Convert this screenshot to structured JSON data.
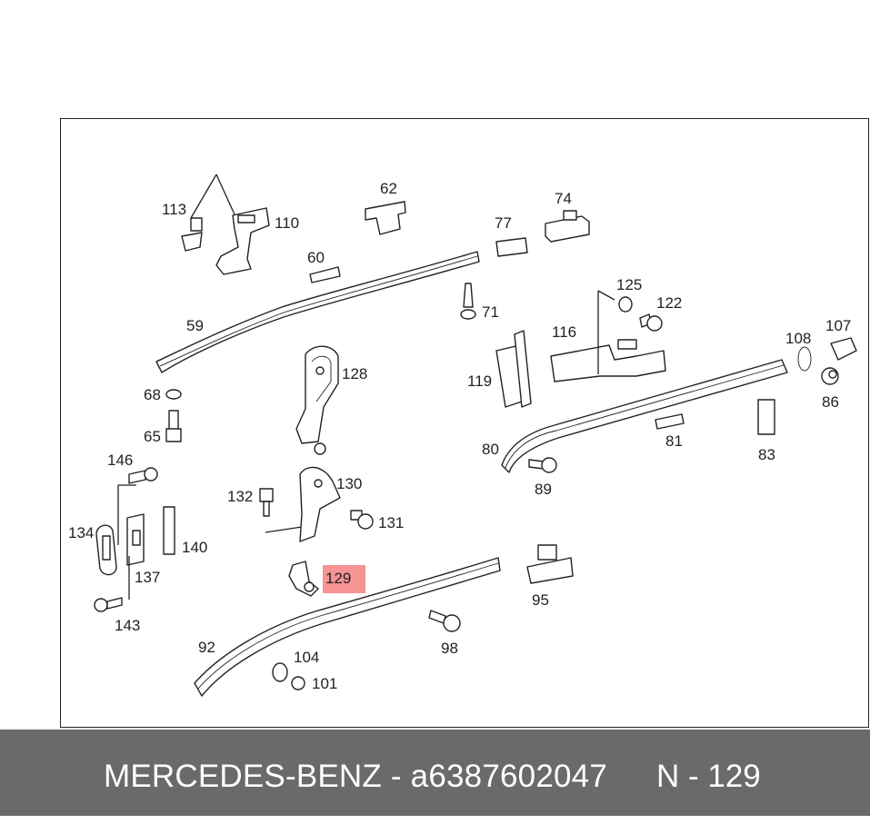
{
  "diagram": {
    "labels": [
      {
        "id": "113",
        "text": "113"
      },
      {
        "id": "110",
        "text": "110"
      },
      {
        "id": "62",
        "text": "62"
      },
      {
        "id": "74",
        "text": "74"
      },
      {
        "id": "77",
        "text": "77"
      },
      {
        "id": "60",
        "text": "60"
      },
      {
        "id": "71",
        "text": "71"
      },
      {
        "id": "59",
        "text": "59"
      },
      {
        "id": "125",
        "text": "125"
      },
      {
        "id": "122",
        "text": "122"
      },
      {
        "id": "116",
        "text": "116"
      },
      {
        "id": "108",
        "text": "108"
      },
      {
        "id": "107",
        "text": "107"
      },
      {
        "id": "128",
        "text": "128"
      },
      {
        "id": "68",
        "text": "68"
      },
      {
        "id": "119",
        "text": "119"
      },
      {
        "id": "86",
        "text": "86"
      },
      {
        "id": "65",
        "text": "65"
      },
      {
        "id": "80",
        "text": "80"
      },
      {
        "id": "81",
        "text": "81"
      },
      {
        "id": "83",
        "text": "83"
      },
      {
        "id": "146",
        "text": "146"
      },
      {
        "id": "89",
        "text": "89"
      },
      {
        "id": "132",
        "text": "132"
      },
      {
        "id": "130",
        "text": "130"
      },
      {
        "id": "131",
        "text": "131"
      },
      {
        "id": "134",
        "text": "134"
      },
      {
        "id": "140",
        "text": "140"
      },
      {
        "id": "137",
        "text": "137"
      },
      {
        "id": "129",
        "text": "129"
      },
      {
        "id": "95",
        "text": "95"
      },
      {
        "id": "143",
        "text": "143"
      },
      {
        "id": "92",
        "text": "92"
      },
      {
        "id": "104",
        "text": "104"
      },
      {
        "id": "98",
        "text": "98"
      },
      {
        "id": "101",
        "text": "101"
      }
    ],
    "highlighted_part": "129"
  },
  "footer": {
    "left_text": "MERCEDES-BENZ - a6387602047",
    "right_text": "N - 129"
  },
  "colors": {
    "footer_bg": "#6a6a6a",
    "highlight": "#f05050"
  }
}
